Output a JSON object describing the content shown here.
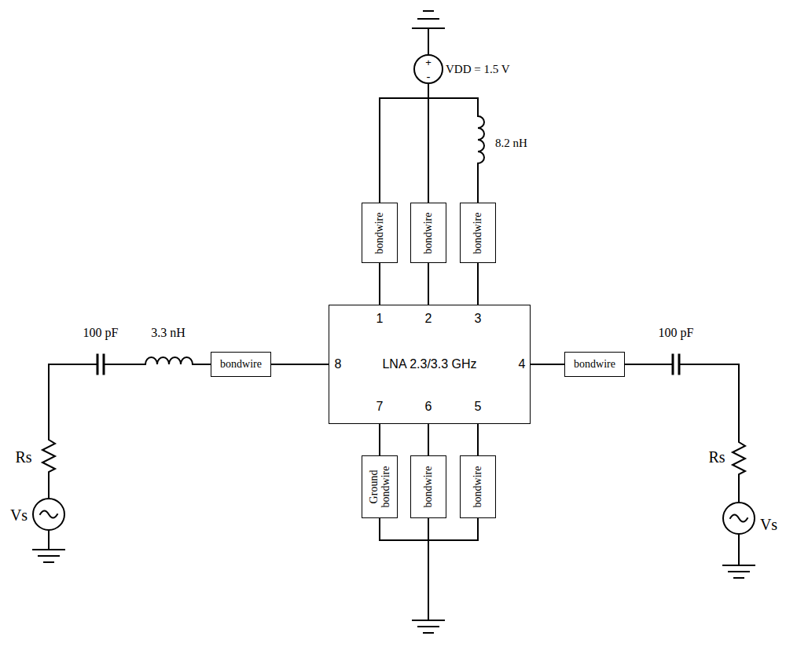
{
  "diagram": {
    "nodes": [
      {
        "text": [
          "bondwire"
        ]
      },
      {
        "text": [
          "bondwire"
        ]
      },
      {
        "text": [
          "bondwire"
        ]
      },
      {
        "text": [
          "bondwire"
        ]
      },
      {
        "text": [
          "LNA 2.3/3.3 GHz"
        ]
      },
      {
        "text": [
          "bondwire"
        ]
      },
      {
        "text": [
          "Ground bondwire"
        ]
      },
      {
        "text": [
          "bondwire"
        ]
      },
      {
        "text": [
          "bondwire"
        ]
      }
    ],
    "edges": [
      {
        "from": 0,
        "to": 4,
        "arrow": "none"
      },
      {
        "from": 1,
        "to": 4,
        "arrow": "none"
      },
      {
        "from": 2,
        "to": 4,
        "arrow": "none"
      },
      {
        "from": 3,
        "to": 4,
        "arrow": "none"
      },
      {
        "from": 4,
        "to": 5,
        "arrow": "none"
      },
      {
        "from": 6,
        "to": 4,
        "arrow": "none"
      },
      {
        "from": 7,
        "to": 4,
        "arrow": "none"
      },
      {
        "from": 8,
        "to": 4,
        "arrow": "none"
      }
    ],
    "labels": [
      "VDD = 1.5 V",
      "+",
      "-",
      "8.2 nH",
      "100 pF",
      "3.3 nH",
      "100 pF",
      "Rs",
      "Vs",
      "Rs",
      "Vs",
      "1",
      "2",
      "3",
      "4",
      "5",
      "6",
      "7",
      "8"
    ]
  }
}
